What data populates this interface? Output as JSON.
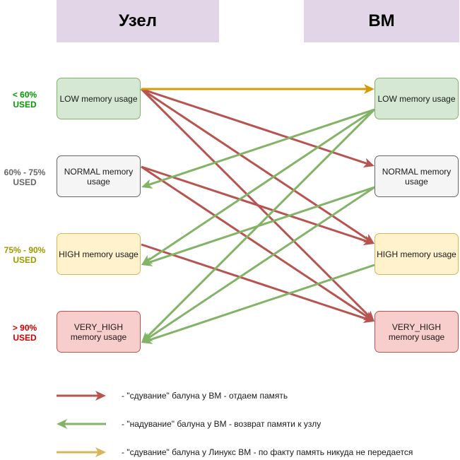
{
  "headers": {
    "node": "Узел",
    "vm": "ВМ"
  },
  "levels": [
    {
      "line1": "< 60%",
      "line2": "USED",
      "color": "#009900"
    },
    {
      "line1": "60% - 75%",
      "line2": "USED",
      "color": "#666666"
    },
    {
      "line1": "75% - 90%",
      "line2": "USED",
      "color": "#999900"
    },
    {
      "line1": "> 90%",
      "line2": "USED",
      "color": "#cc0000"
    }
  ],
  "node_boxes": [
    {
      "label": "LOW memory usage"
    },
    {
      "label": "NORMAL memory usage"
    },
    {
      "label": "HIGH memory usage"
    },
    {
      "label": "VERY_HIGH memory usage"
    }
  ],
  "vm_boxes": [
    {
      "label": "LOW memory usage"
    },
    {
      "label": "NORMAL memory usage"
    },
    {
      "label": "HIGH memory usage"
    },
    {
      "label": "VERY_HIGH memory usage"
    }
  ],
  "colors": {
    "deflate": "#b85450",
    "inflate": "#82b366",
    "linux": "#d79b00"
  },
  "connections": {
    "deflate": [
      [
        0,
        1
      ],
      [
        0,
        2
      ],
      [
        0,
        3
      ],
      [
        1,
        2
      ],
      [
        1,
        3
      ],
      [
        2,
        3
      ]
    ],
    "inflate": [
      [
        0,
        1
      ],
      [
        0,
        2
      ],
      [
        0,
        3
      ],
      [
        1,
        2
      ],
      [
        1,
        3
      ],
      [
        2,
        3
      ]
    ],
    "linux": [
      [
        0,
        0
      ]
    ]
  },
  "legend": [
    {
      "type": "deflate",
      "text": "- \"сдувание\" балуна у ВМ - отдаем память"
    },
    {
      "type": "inflate",
      "text": "- \"надувание\" балуна у ВМ - возврат памяти к узлу"
    },
    {
      "type": "linux",
      "text": "- \"сдувание\" балуна у Линукс ВМ - по факту память никуда не передается"
    }
  ]
}
